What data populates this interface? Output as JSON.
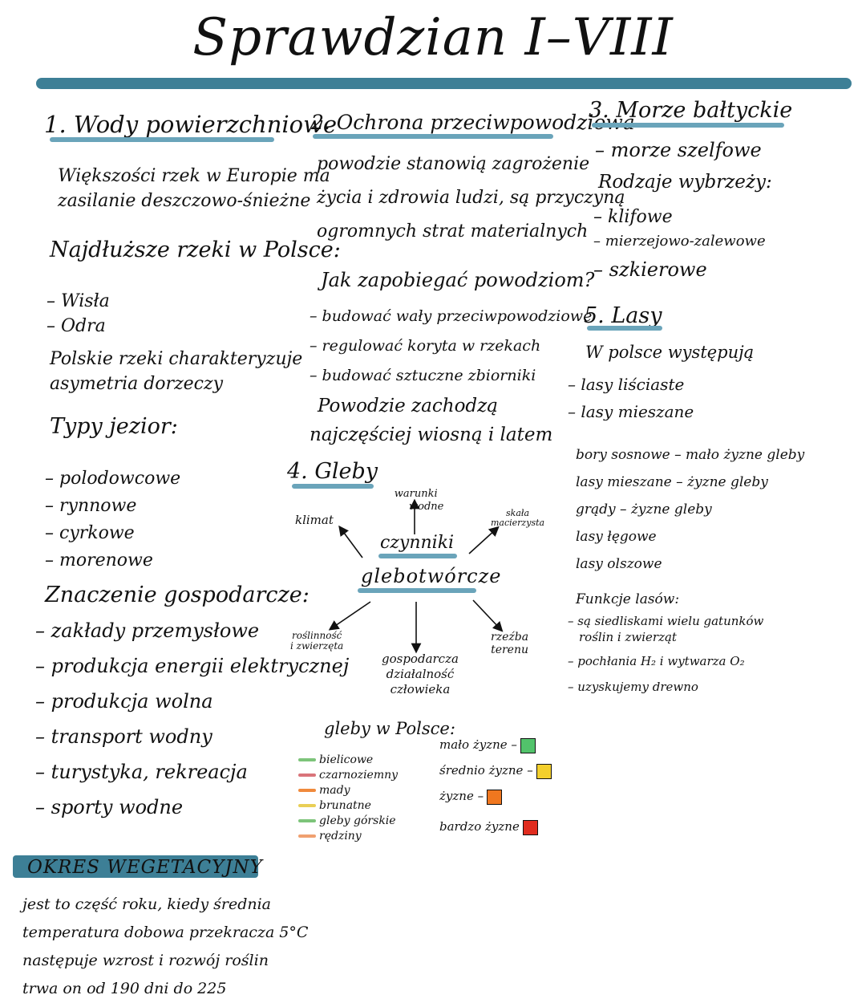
{
  "title": "Sprawdzian I–VIII",
  "col1": {
    "heading": "1. Wody powierzchniowe",
    "para1": [
      "Większości rzek w Europie ma",
      "zasilanie deszczowo-śnieżne"
    ],
    "heading2": "Najdłuższe rzeki w Polsce:",
    "rivers": [
      "– Wisła",
      "– Odra"
    ],
    "para2": [
      "Polskie rzeki charakteryzuje",
      "asymetria dorzeczy"
    ],
    "heading3": "Typy jezior:",
    "lakes": [
      "– polodowcowe",
      "– rynnowe",
      "– cyrkowe",
      "– morenowe"
    ],
    "heading4": "Znaczenie gospodarcze:",
    "econ": [
      "– zakłady przemysłowe",
      "– produkcja energii elektrycznej",
      "– produkcja wolna",
      "– transport wodny",
      "– turystyka, rekreacja",
      "– sporty wodne"
    ]
  },
  "col2": {
    "heading": "2. Ochrona przeciwpowodziowa",
    "para1": [
      "powodzie stanowią zagrożenie",
      "życia i zdrowia ludzi, są przyczyną",
      "ogromnych strat materialnych"
    ],
    "question": "Jak zapobiegać powodziom?",
    "list": [
      "– budować wały przeciwpowodziowe",
      "– regulować koryta w rzekach",
      "– budować sztuczne zbiorniki"
    ],
    "para2": [
      "Powodzie zachodzą",
      "najczęściej wiosną i latem"
    ]
  },
  "soils": {
    "heading": "4. Gleby",
    "center_line1": "czynniki",
    "center_line2": "glebotwórcze",
    "factors": {
      "klimat": "klimat",
      "woda": [
        "warunki",
        "wodne"
      ],
      "skala": [
        "skała",
        "macierzysta"
      ],
      "roslinnosc": [
        "roślinność",
        "i zwierzęta"
      ],
      "czlowiek": [
        "gospodarcza",
        "działalność",
        "człowieka"
      ],
      "rzezba": [
        "rzeźba",
        "terenu"
      ]
    },
    "poland_title": "gleby w Polsce:",
    "types": [
      {
        "name": "bielicowe",
        "color": "#7dc47a"
      },
      {
        "name": "czarnoziemny",
        "color": "#d9747a"
      },
      {
        "name": "mady",
        "color": "#f08a3c"
      },
      {
        "name": "brunatne",
        "color": "#e9cf56"
      },
      {
        "name": "gleby górskie",
        "color": "#7dc47a"
      },
      {
        "name": "rędziny",
        "color": "#f0a070"
      }
    ],
    "fertility": [
      {
        "label": "mało żyzne –",
        "color": "#52c36b"
      },
      {
        "label": "średnio żyzne –",
        "color": "#f3cf2c"
      },
      {
        "label": "żyzne –",
        "color": "#f0771f"
      },
      {
        "label": "bardzo żyzne",
        "color": "#e02c1e"
      }
    ]
  },
  "col3": {
    "heading": "3. Morze bałtyckie",
    "shelf": "– morze szelfowe",
    "coasts_title": "Rodzaje wybrzeży:",
    "coasts": [
      "– klifowe",
      "– mierzejowo-zalewowe",
      "– szkierowe"
    ],
    "heading5": "5. Lasy",
    "forests_intro": "W polsce występują",
    "forests": [
      "– lasy liściaste",
      "– lasy mieszane"
    ],
    "forest_types": [
      "bory sosnowe – mało żyzne gleby",
      "lasy mieszane – żyzne gleby",
      "grądy – żyzne gleby",
      "lasy łęgowe",
      "lasy olszowe"
    ],
    "functions_title": "Funkcje lasów:",
    "functions": [
      "– są siedliskami wielu gatunków",
      "roślin i zwierząt",
      "– pochłania H₂ i wytwarza O₂",
      "– uzyskujemy drewno"
    ]
  },
  "okres": {
    "heading": "OKRES WEGETACYJNY",
    "lines": [
      "jest to część roku, kiedy średnia",
      "temperatura dobowa przekracza 5°C",
      "następuje wzrost i rozwój roślin",
      "trwa on od 190 dni do 225"
    ]
  }
}
